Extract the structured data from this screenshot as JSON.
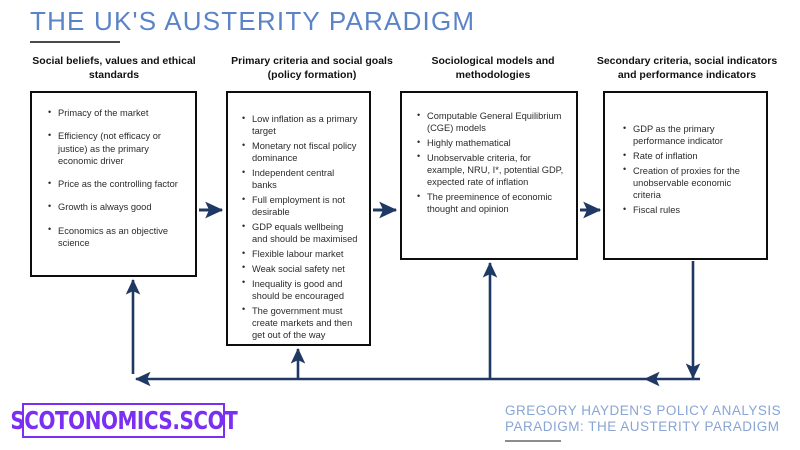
{
  "slide": {
    "title": "THE UK'S AUSTERITY PARADIGM",
    "background_color": "#ffffff",
    "title_color": "#5b83c8",
    "box_border_color": "#0d0d0d",
    "arrow_color": "#1f3864",
    "logo_color": "#7a2ff2",
    "caption_color": "#89a5d4"
  },
  "columns": [
    {
      "header": "Social beliefs, values and ethical standards",
      "items": [
        "Primacy of the market",
        "Efficiency (not efficacy or justice) as the primary economic driver",
        "Price as the controlling factor",
        "Growth is always good",
        "Economics as an objective science"
      ]
    },
    {
      "header": "Primary criteria and social goals (policy formation)",
      "items": [
        "Low inflation as a primary target",
        "Monetary not fiscal policy dominance",
        "Independent central banks",
        "Full employment is not desirable",
        "GDP equals wellbeing and should be maximised",
        "Flexible labour market",
        "Weak social safety net",
        "Inequality is good and should be encouraged",
        "The government must create markets and then get out of the way"
      ]
    },
    {
      "header": "Sociological models and methodologies",
      "items": [
        "Computable General Equilibrium (CGE) models",
        "Highly mathematical",
        "Unobservable criteria, for example, NRU, I*, potential GDP, expected rate of inflation",
        "The preeminence of economic thought and opinion"
      ]
    },
    {
      "header": "Secondary criteria, social indicators and performance indicators",
      "items": [
        "GDP as the primary performance indicator",
        "Rate of inflation",
        "Creation of proxies for the unobservable economic criteria",
        "Fiscal rules"
      ]
    }
  ],
  "footer": {
    "logo_text": "SCOTONOMICS.SCOT",
    "caption_line1": "GREGORY HAYDEN'S POLICY ANALYSIS",
    "caption_line2": "PARADIGM: THE AUSTERITY PARADIGM"
  }
}
